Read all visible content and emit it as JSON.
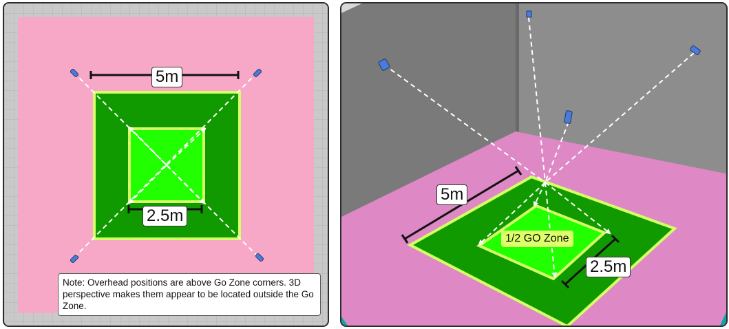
{
  "colors": {
    "mat_top": "#f7a8c6",
    "mat_3d": "#de88c6",
    "go_zone": "#119a00",
    "half_go_zone": "#22ff00",
    "zone_outline": "#d4ff66",
    "camera": "#4a7bd8"
  },
  "left_panel": {
    "outer_dimension": "5m",
    "inner_dimension": "2.5m",
    "note": "Note: Overhead positions are above Go Zone corners. 3D perspective makes them appear to be located outside the Go Zone."
  },
  "right_panel": {
    "outer_dimension": "5m",
    "inner_dimension": "2.5m",
    "zone_label": "1/2 GO Zone"
  },
  "icons": [
    "camera-icon",
    "arrow-icon"
  ]
}
